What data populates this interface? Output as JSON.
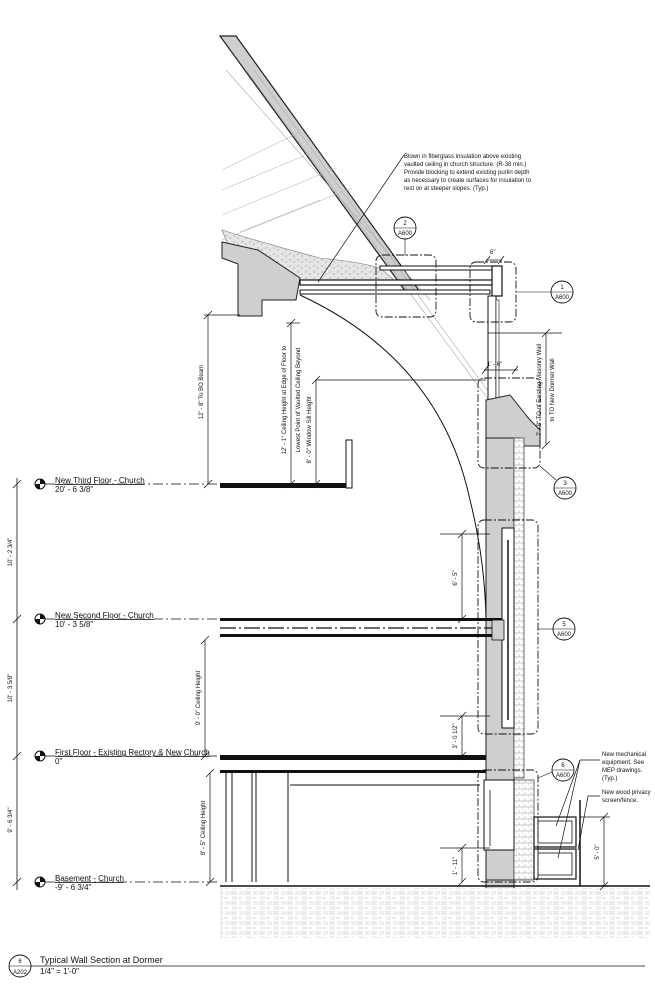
{
  "notes": {
    "insulation": [
      "Blown in fiberglass insulation above existing",
      "vaulted ceiling in church structure. (R-38 min.)",
      "Provide blocking to extend existing purlin depth",
      "as necessary to create surfaces for insulation to",
      "rest on at steeper slopes.  (Typ.)"
    ],
    "mechanical": [
      "New mechanical",
      "equipment. See",
      "MEP drawings.",
      "(Typ.)"
    ],
    "privacy": [
      "New wood privacy",
      "screen/fence."
    ]
  },
  "callouts": {
    "c2": {
      "num": "2",
      "sheet": "A600"
    },
    "c1": {
      "num": "1",
      "sheet": "A600"
    },
    "c3": {
      "num": "3",
      "sheet": "A600"
    },
    "c5": {
      "num": "5",
      "sheet": "A600"
    },
    "c6": {
      "num": "6",
      "sheet": "A600"
    }
  },
  "levels": {
    "third": {
      "name": "New Third Floor - Church",
      "elev": "20' - 6 3/8\""
    },
    "second": {
      "name": "New Second Floor - Church",
      "elev": "10' - 3 5/8\""
    },
    "first": {
      "name": "First Floor - Existing Rectory & New Church",
      "elev": "0\""
    },
    "basement": {
      "name": "Basement - Church",
      "elev": "-9' - 6 3/4\""
    }
  },
  "dims": {
    "bo_beam": "12' - 8\" To BO Beam",
    "ceiling_edge_1": "12' - 1\" Ceiling Height at Edge of Floor to",
    "ceiling_edge_2": "Lowest Point of Vaulted Ceiling Beyond",
    "sill": "8' - 0\" Window Sill Height",
    "masonry_1": "7' - 8\" TO of Existing Masonry Wall",
    "masonry_2": "to TO New Dormer Wall",
    "six_in": "6\"",
    "one_six": "1' - 6\"",
    "six_five": "6' - 5\"",
    "ceil_9": "9' - 0\" Ceiling Height",
    "three_half": "3' - 0 1/2\"",
    "ceil_8": "8' - 5\" Ceiling Height",
    "eleven": "1' - 11\"",
    "five": "5' - 0\"",
    "left_top": "10' - 2 3/4\"",
    "left_mid": "10' - 3 5/8\"",
    "left_bot": "9' - 6 3/4\""
  },
  "title": {
    "num": "6",
    "sheet": "A202",
    "name": "Typical Wall Section at Dormer",
    "scale": "1/4\" = 1'-0\""
  }
}
